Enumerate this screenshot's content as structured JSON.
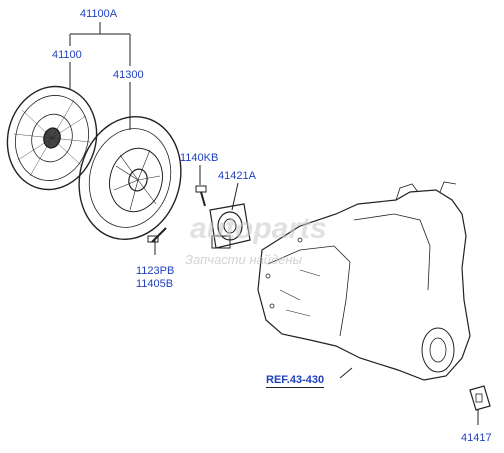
{
  "labels": {
    "assembly": "41100A",
    "disc": "41100",
    "cover": "41300",
    "bolt_top": "1140KB",
    "release_bearing": "41421A",
    "bolt_bottom_a": "1123PB",
    "bolt_bottom_b": "11405B",
    "ref": "REF.43-430",
    "bracket": "41417"
  },
  "watermark": {
    "logo": "autoparts",
    "tagline": "Запчасти найдены"
  },
  "colors": {
    "label_blue": "#1f3fbf",
    "line": "#222222",
    "watermark": "#c9c9c9"
  }
}
